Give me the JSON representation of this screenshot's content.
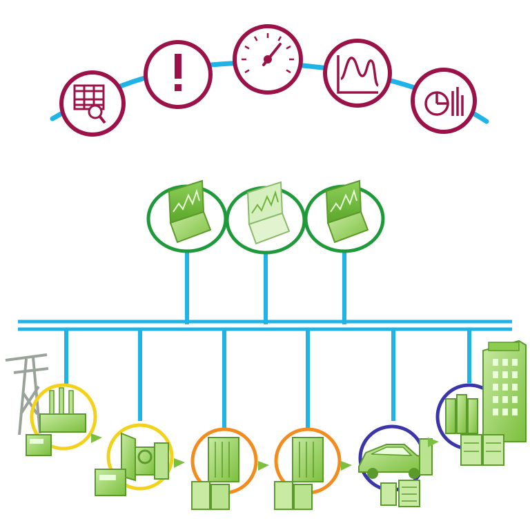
{
  "colors": {
    "background": "#ffffff",
    "arc": "#1fb3e6",
    "bus": "#1fb3e6",
    "top_icon_ring": "#9a1248",
    "top_icon_fill": "#ffffff",
    "workstation_ring": "#1f9a3a",
    "device_green": "#8ccc4e",
    "device_green_dark": "#5a9a2a",
    "device_green_light": "#c8eaa2",
    "ring_generation": "#f2d21b",
    "ring_distribution": "#f28c1f",
    "ring_consumer": "#3a35a8",
    "tower_gray": "#9aa39a"
  },
  "top_icons": [
    {
      "name": "calendar-search-icon"
    },
    {
      "name": "alert-icon"
    },
    {
      "name": "gauge-icon"
    },
    {
      "name": "waveform-icon"
    },
    {
      "name": "pie-bar-icon"
    }
  ],
  "workstations": [
    {
      "name": "workstation-laptop-1"
    },
    {
      "name": "workstation-laptop-2"
    },
    {
      "name": "workstation-laptop-3"
    }
  ],
  "field_nodes": [
    {
      "name": "power-plant-node",
      "ring": "generation"
    },
    {
      "name": "substation-node",
      "ring": "generation"
    },
    {
      "name": "transmission-cabinet-node",
      "ring": "distribution"
    },
    {
      "name": "distribution-cabinet-node",
      "ring": "distribution"
    },
    {
      "name": "electric-vehicle-node",
      "ring": "consumer"
    },
    {
      "name": "building-node",
      "ring": "consumer"
    }
  ]
}
